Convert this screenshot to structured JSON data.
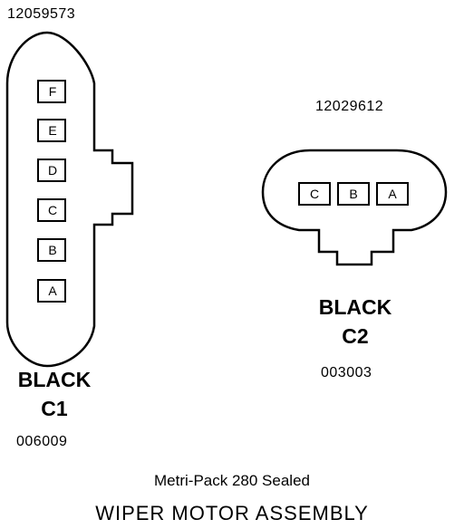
{
  "connector_c1": {
    "part_number": "12059573",
    "color": "BLACK",
    "id": "C1",
    "code": "006009",
    "pins": [
      "F",
      "E",
      "D",
      "C",
      "B",
      "A"
    ]
  },
  "connector_c2": {
    "part_number": "12029612",
    "color": "BLACK",
    "id": "C2",
    "code": "003003",
    "pins": [
      "C",
      "B",
      "A"
    ]
  },
  "footer": {
    "series": "Metri-Pack 280 Sealed",
    "title": "WIPER MOTOR ASSEMBLY"
  }
}
